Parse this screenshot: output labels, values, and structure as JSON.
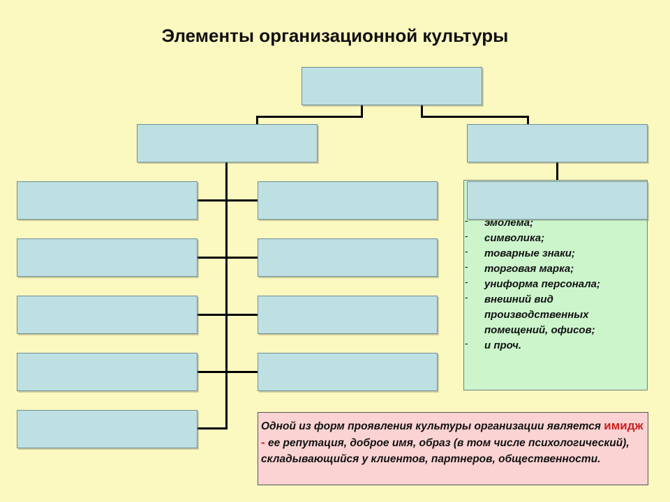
{
  "title": "Элементы организационной культуры",
  "boxes": {
    "root": "",
    "branch_left": "",
    "branch_right": "",
    "left_column": [
      "",
      "",
      "",
      "",
      ""
    ],
    "middle_column": [
      "",
      "",
      "",
      ""
    ],
    "right_item": ""
  },
  "symbol_list": {
    "bullet": "-",
    "items": [
      "эмолема;",
      "символика;",
      "товарные знаки;",
      "торговая марка;",
      "униформа персонала;",
      "внешний вид производственных помещений, офисов;",
      "и проч."
    ]
  },
  "note": {
    "text_before": "Одной из форм проявления культуры организации является ",
    "highlight": "имидж -",
    "text_after": " ее репутация, доброе имя, образ (в том числе психологический), складывающийся у клиентов, партнеров, общественности."
  },
  "colors": {
    "background": "#fbf8c0",
    "box_fill": "#bfe0e3",
    "list_panel": "#ccf5cc",
    "note_panel": "#fcd3d3",
    "highlight_text": "#cc1f1f"
  }
}
